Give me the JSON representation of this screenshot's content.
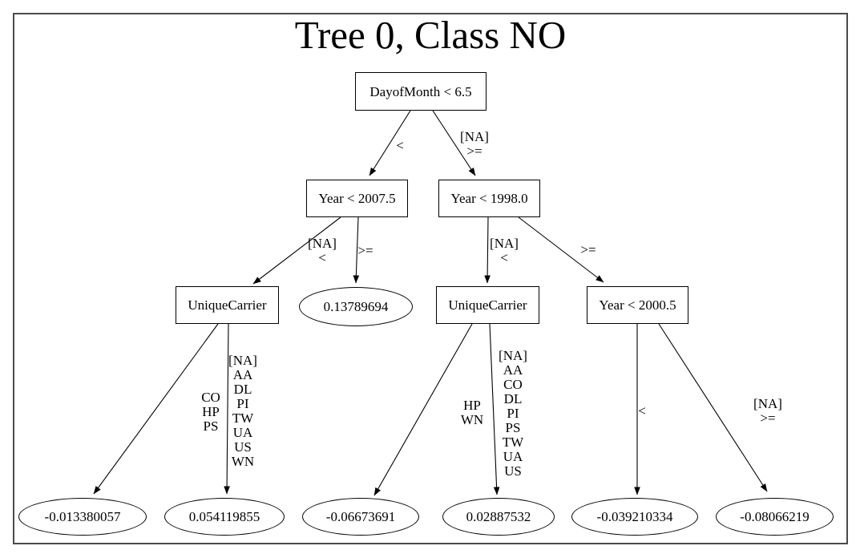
{
  "title": "Tree 0, Class NO",
  "nodes": {
    "root": {
      "label": "DayofMonth < 6.5",
      "type": "decision"
    },
    "year2007": {
      "label": "Year < 2007.5",
      "type": "decision"
    },
    "year1998": {
      "label": "Year < 1998.0",
      "type": "decision"
    },
    "carrier1": {
      "label": "UniqueCarrier",
      "type": "decision"
    },
    "value1": {
      "label": "0.13789694",
      "type": "leaf"
    },
    "carrier2": {
      "label": "UniqueCarrier",
      "type": "decision"
    },
    "year2000": {
      "label": "Year < 2000.5",
      "type": "decision"
    },
    "leaf1": {
      "label": "-0.013380057",
      "type": "leaf"
    },
    "leaf2": {
      "label": "0.054119855",
      "type": "leaf"
    },
    "leaf3": {
      "label": "-0.06673691",
      "type": "leaf"
    },
    "leaf4": {
      "label": "0.02887532",
      "type": "leaf"
    },
    "leaf5": {
      "label": "-0.039210334",
      "type": "leaf"
    },
    "leaf6": {
      "label": "-0.08066219",
      "type": "leaf"
    }
  },
  "edges": {
    "root_to_year2007": {
      "from": "root",
      "to": "year2007",
      "label": "<"
    },
    "root_to_year1998": {
      "from": "root",
      "to": "year1998",
      "label": "[NA]\n>="
    },
    "year2007_to_carrier1": {
      "from": "year2007",
      "to": "carrier1",
      "label": "[NA]\n<"
    },
    "year2007_to_value1": {
      "from": "year2007",
      "to": "value1",
      "label": ">="
    },
    "year1998_to_carrier2": {
      "from": "year1998",
      "to": "carrier2",
      "label": "[NA]\n<"
    },
    "year1998_to_year2000": {
      "from": "year1998",
      "to": "year2000",
      "label": ">="
    },
    "carrier1_to_leaf1": {
      "from": "carrier1",
      "to": "leaf1",
      "label": "CO\nHP\nPS"
    },
    "carrier1_to_leaf2": {
      "from": "carrier1",
      "to": "leaf2",
      "label": "[NA]\nAA\nDL\nPI\nTW\nUA\nUS\nWN"
    },
    "carrier2_to_leaf3": {
      "from": "carrier2",
      "to": "leaf3",
      "label": "HP\nWN"
    },
    "carrier2_to_leaf4": {
      "from": "carrier2",
      "to": "leaf4",
      "label": "[NA]\nAA\nCO\nDL\nPI\nPS\nTW\nUA\nUS"
    },
    "year2000_to_leaf5": {
      "from": "year2000",
      "to": "leaf5",
      "label": "<"
    },
    "year2000_to_leaf6": {
      "from": "year2000",
      "to": "leaf6",
      "label": "[NA]\n>="
    }
  },
  "colors": {
    "line": "#000000",
    "text": "#000000",
    "frame_border": "#4a4a4a",
    "background": "#ffffff"
  }
}
